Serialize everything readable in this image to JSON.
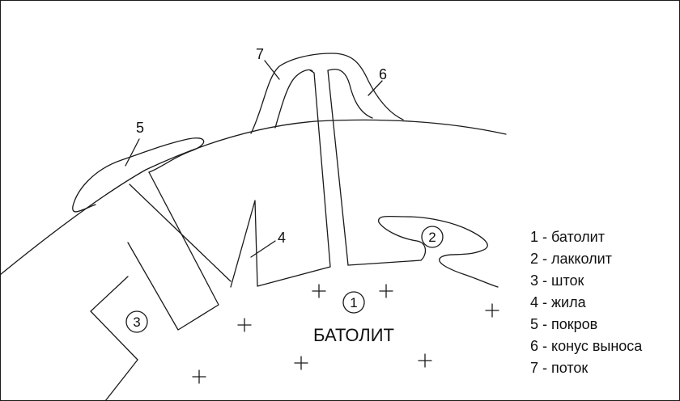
{
  "diagram": {
    "main_label": "БАТОЛИТ",
    "circled_numbers": [
      "1",
      "2",
      "3"
    ],
    "pointer_numbers": [
      "4",
      "5",
      "6",
      "7"
    ],
    "legend": [
      "1 - батолит",
      "2 - лакколит",
      "3 - шток",
      "4 - жила",
      "5 - покров",
      "6 - конус выноса",
      "7 - поток"
    ]
  }
}
